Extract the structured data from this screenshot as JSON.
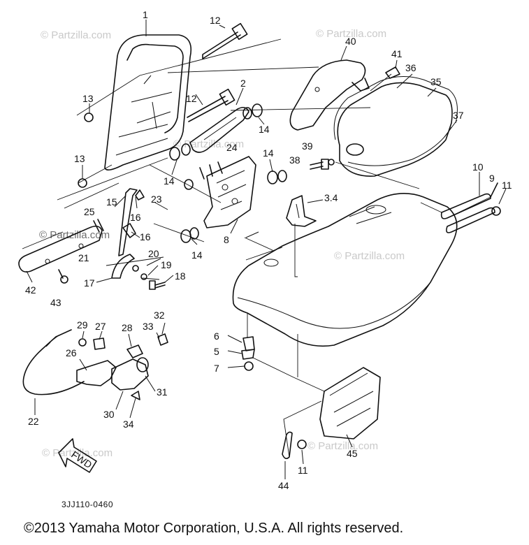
{
  "diagram": {
    "drawing_code": "3JJ110-0460",
    "copyright": "©2013  Yamaha Motor Corporation, U.S.A. All rights reserved.",
    "watermark": "© Partzilla.com",
    "fwd_label": "FWD",
    "callouts": [
      {
        "id": "c1",
        "text": "1"
      },
      {
        "id": "c12a",
        "text": "12"
      },
      {
        "id": "c12b",
        "text": "12"
      },
      {
        "id": "c13a",
        "text": "13"
      },
      {
        "id": "c13b",
        "text": "13"
      },
      {
        "id": "c2",
        "text": "2"
      },
      {
        "id": "c14a",
        "text": "14"
      },
      {
        "id": "c14b",
        "text": "14"
      },
      {
        "id": "c14c",
        "text": "14"
      },
      {
        "id": "c14d",
        "text": "14"
      },
      {
        "id": "c24",
        "text": "24"
      },
      {
        "id": "c40",
        "text": "40"
      },
      {
        "id": "c41",
        "text": "41"
      },
      {
        "id": "c36",
        "text": "36"
      },
      {
        "id": "c35",
        "text": "35"
      },
      {
        "id": "c37",
        "text": "37"
      },
      {
        "id": "c39",
        "text": "39"
      },
      {
        "id": "c38",
        "text": "38"
      },
      {
        "id": "c34x",
        "text": "3.4"
      },
      {
        "id": "c10",
        "text": "10"
      },
      {
        "id": "c9",
        "text": "9"
      },
      {
        "id": "c11a",
        "text": "11"
      },
      {
        "id": "c15",
        "text": "15"
      },
      {
        "id": "c16a",
        "text": "16"
      },
      {
        "id": "c16b",
        "text": "16"
      },
      {
        "id": "c23",
        "text": "23"
      },
      {
        "id": "c25",
        "text": "25"
      },
      {
        "id": "c8",
        "text": "8"
      },
      {
        "id": "c21",
        "text": "21"
      },
      {
        "id": "c20",
        "text": "20"
      },
      {
        "id": "c19",
        "text": "19"
      },
      {
        "id": "c18",
        "text": "18"
      },
      {
        "id": "c17",
        "text": "17"
      },
      {
        "id": "c42",
        "text": "42"
      },
      {
        "id": "c43",
        "text": "43"
      },
      {
        "id": "c6",
        "text": "6"
      },
      {
        "id": "c5",
        "text": "5"
      },
      {
        "id": "c7",
        "text": "7"
      },
      {
        "id": "c32",
        "text": "32"
      },
      {
        "id": "c33",
        "text": "33"
      },
      {
        "id": "c29",
        "text": "29"
      },
      {
        "id": "c27",
        "text": "27"
      },
      {
        "id": "c28",
        "text": "28"
      },
      {
        "id": "c26",
        "text": "26"
      },
      {
        "id": "c31",
        "text": "31"
      },
      {
        "id": "c30",
        "text": "30"
      },
      {
        "id": "c34",
        "text": "34"
      },
      {
        "id": "c22",
        "text": "22"
      },
      {
        "id": "c45",
        "text": "45"
      },
      {
        "id": "c44",
        "text": "44"
      },
      {
        "id": "c11b",
        "text": "11"
      }
    ]
  }
}
